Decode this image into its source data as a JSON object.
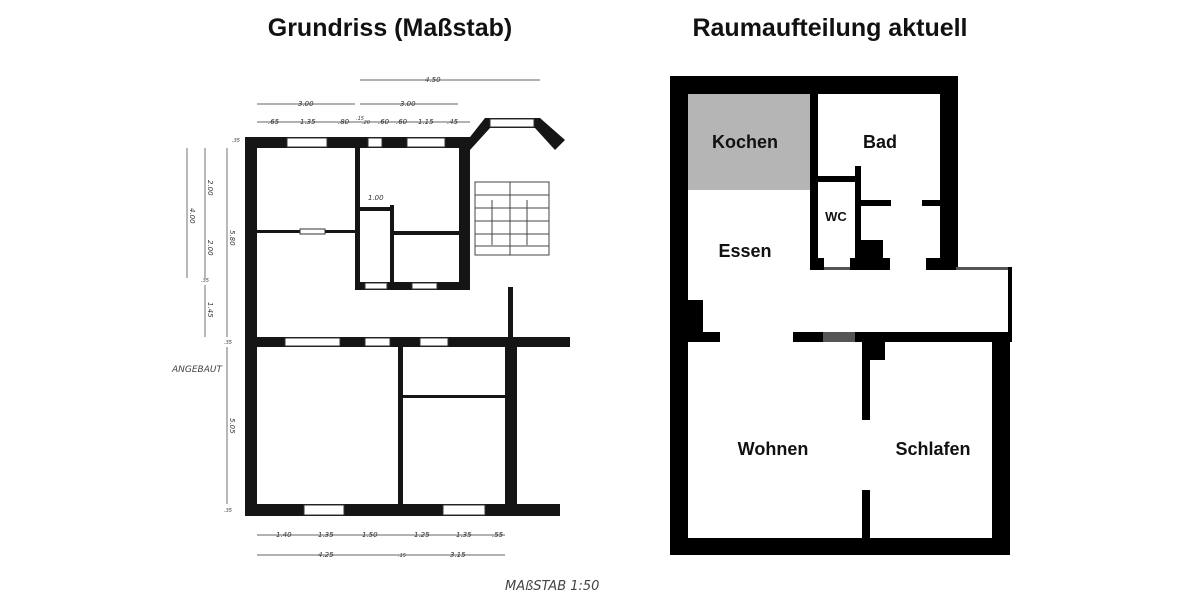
{
  "left_panel": {
    "title": "Grundriss (Maßstab)",
    "top_dimensions": [
      "4.50",
      "3.00",
      "3.00",
      ".65",
      "1.35",
      ".80",
      ".15",
      ".20",
      ".60",
      ".60",
      "1.15",
      ".45"
    ],
    "bottom_dimensions": [
      "1.40",
      "1.35",
      "1.50",
      "1.25",
      "1.35",
      ".55",
      "4.25",
      ".15",
      "3.15"
    ],
    "side_dimensions": [
      ".35",
      "2.00",
      "2.00",
      "4.00",
      ".35",
      "1.45",
      "5.80",
      ".35",
      "5.05",
      ".35"
    ],
    "inner_dimension": "1.00",
    "annotation": "ANGEBAUT",
    "scale_note": "MAßSTAB 1:50"
  },
  "right_panel": {
    "title": "Raumaufteilung aktuell",
    "rooms": {
      "kochen": "Kochen",
      "bad": "Bad",
      "wc": "WC",
      "essen": "Essen",
      "wohnen": "Wohnen",
      "schlafen": "Schlafen"
    },
    "colors": {
      "wall": "#000000",
      "kitchen_fill": "#b5b5b5",
      "door_gray": "#555555"
    }
  }
}
